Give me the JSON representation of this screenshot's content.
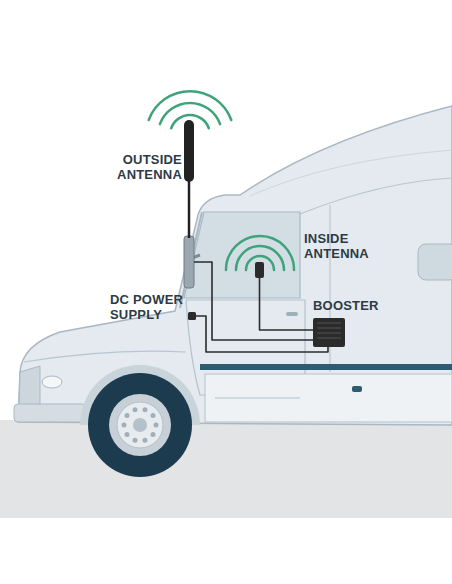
{
  "diagram": {
    "labels": [
      "OUTSIDE ANTENNA",
      "INSIDE ANTENNA",
      "BOOSTER",
      "DC POWER SUPPLY"
    ]
  }
}
